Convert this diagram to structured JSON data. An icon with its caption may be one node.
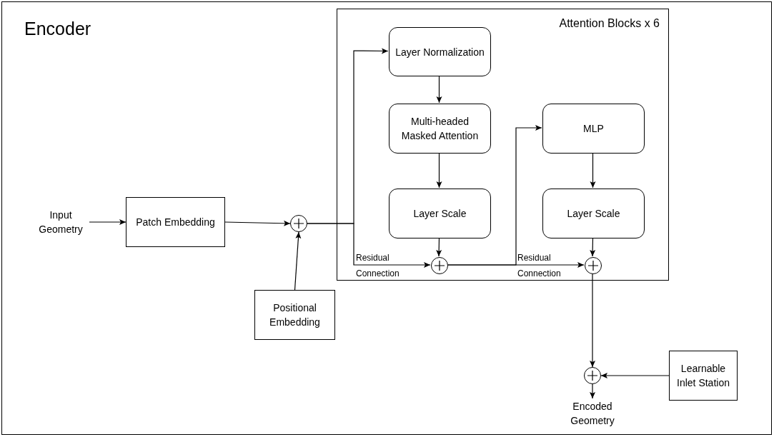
{
  "diagram": {
    "title": "Encoder",
    "nodes": [
      {
        "text": [
          "Input Geometry"
        ]
      },
      {
        "text": [
          "Patch Embedding"
        ]
      },
      {
        "text": [],
        "shape": "circle"
      },
      {
        "text": [
          "Positional Embedding"
        ]
      },
      {
        "text": [
          "Attention Blocks x 6"
        ]
      },
      {
        "text": [
          "Layer Normalization"
        ],
        "in": 4
      },
      {
        "text": [
          "Multi-headed Masked Attention"
        ],
        "in": 4
      },
      {
        "text": [
          "Layer Scale"
        ],
        "in": 4
      },
      {
        "text": [],
        "shape": "circle",
        "in": 4
      },
      {
        "text": [
          "MLP"
        ],
        "in": 4
      },
      {
        "text": [
          "Layer Scale"
        ],
        "in": 4
      },
      {
        "text": [],
        "shape": "circle",
        "in": 4
      },
      {
        "text": [],
        "shape": "circle"
      },
      {
        "text": [
          "Learnable Inlet Station"
        ]
      },
      {
        "text": [
          "Encoded Geometry"
        ]
      }
    ],
    "edges": [
      {
        "from": 0,
        "to": 1,
        "arrow": "to"
      },
      {
        "from": 1,
        "to": 2,
        "arrow": "to"
      },
      {
        "from": 3,
        "to": 2,
        "arrow": "to"
      },
      {
        "from": 2,
        "to": 5,
        "arrow": "to"
      },
      {
        "from": 5,
        "to": 6,
        "arrow": "to"
      },
      {
        "from": 6,
        "to": 7,
        "arrow": "to"
      },
      {
        "from": 7,
        "to": 8,
        "arrow": "to"
      },
      {
        "from": 2,
        "to": 8,
        "arrow": "to",
        "label": "Residual Connection"
      },
      {
        "from": 8,
        "to": 9,
        "arrow": "to"
      },
      {
        "from": 8,
        "to": 11,
        "arrow": "to",
        "label": "Residual Connection"
      },
      {
        "from": 9,
        "to": 10,
        "arrow": "to"
      },
      {
        "from": 10,
        "to": 11,
        "arrow": "to"
      },
      {
        "from": 11,
        "to": 12,
        "arrow": "to"
      },
      {
        "from": 13,
        "to": 12,
        "arrow": "to"
      },
      {
        "from": 12,
        "to": 14,
        "arrow": "to"
      }
    ]
  }
}
